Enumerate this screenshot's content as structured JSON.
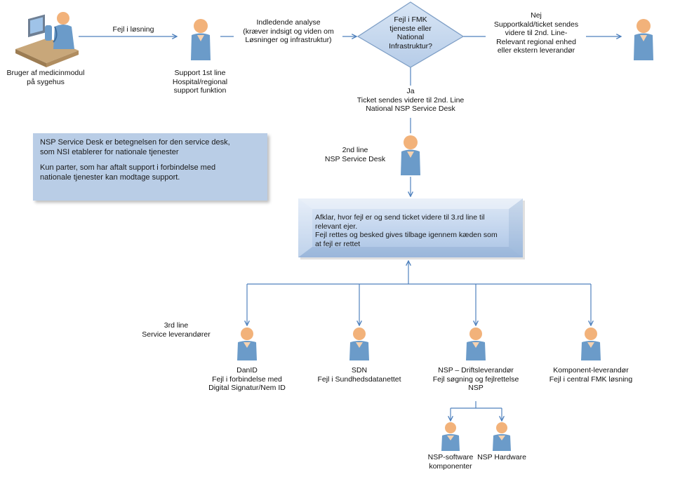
{
  "colors": {
    "line": "#4f81bd",
    "decision_fill": "#c5d8ee",
    "decision_stroke": "#7f9fc6",
    "note_fill": "#b9cde6",
    "person_blue": "#6b9bc9",
    "person_skin": "#f2b27a"
  },
  "user": {
    "icon": "doctor-at-desk-icon",
    "label": [
      "Bruger af medicinmodul",
      "på sygehus"
    ]
  },
  "arrow_user_to_support": {
    "label": "Fejl i løsning"
  },
  "support_1st": {
    "icon": "person-icon",
    "label": [
      "Support 1st line",
      "Hospital/regional",
      "support funktion"
    ]
  },
  "arrow_support_to_decision": {
    "label": [
      "Indledende analyse",
      "(kræver indsigt og viden om",
      "Løsninger og infrastruktur)"
    ]
  },
  "decision": {
    "label": [
      "Fejl i FMK",
      "tjeneste eller",
      "National",
      "Infrastruktur?"
    ]
  },
  "branch_no": {
    "label": [
      "Nej",
      "Supportkald/ticket sendes",
      "videre til 2nd. Line-",
      "Relevant regional enhed",
      "eller ekstern leverandør"
    ]
  },
  "external": {
    "icon": "person-icon"
  },
  "branch_yes": {
    "label": [
      "Ja",
      "Ticket sendes videre til 2nd. Line",
      "National NSP Service Desk"
    ]
  },
  "note": {
    "paragraphs": [
      [
        "NSP Service Desk er betegnelsen for den service desk,",
        "som NSI etablerer for nationale tjenester"
      ],
      [
        "Kun parter, som har aftalt support i forbindelse med",
        "nationale tjenester kan modtage support."
      ]
    ]
  },
  "second_line": {
    "icon": "person-icon",
    "label": [
      "2nd line",
      "NSP Service Desk"
    ]
  },
  "process_box": {
    "lines": [
      "Afklar, hvor fejl er og send ticket videre til 3.rd line til",
      "relevant ejer.",
      "Fejl rettes og besked gives tilbage igennem kæden som",
      "at fejl er rettet"
    ]
  },
  "third_line": {
    "label": [
      "3rd line",
      "Service leverandører"
    ]
  },
  "providers": [
    {
      "icon": "person-icon",
      "label": [
        "DanID",
        "Fejl i forbindelse med",
        "Digital Signatur/Nem ID"
      ]
    },
    {
      "icon": "person-icon",
      "label": [
        "SDN",
        "Fejl i Sundhedsdatanettet"
      ]
    },
    {
      "icon": "person-icon",
      "label": [
        "NSP – Driftsleverandør",
        "Fejl søgning og fejlrettelse",
        "NSP"
      ]
    },
    {
      "icon": "person-icon",
      "label": [
        "Komponent-leverandør",
        "Fejl i central FMK løsning"
      ]
    }
  ],
  "sub_providers": [
    {
      "icon": "person-icon",
      "label": [
        "NSP-software",
        "komponenter"
      ]
    },
    {
      "icon": "person-icon",
      "label": [
        "NSP Hardware"
      ]
    }
  ]
}
